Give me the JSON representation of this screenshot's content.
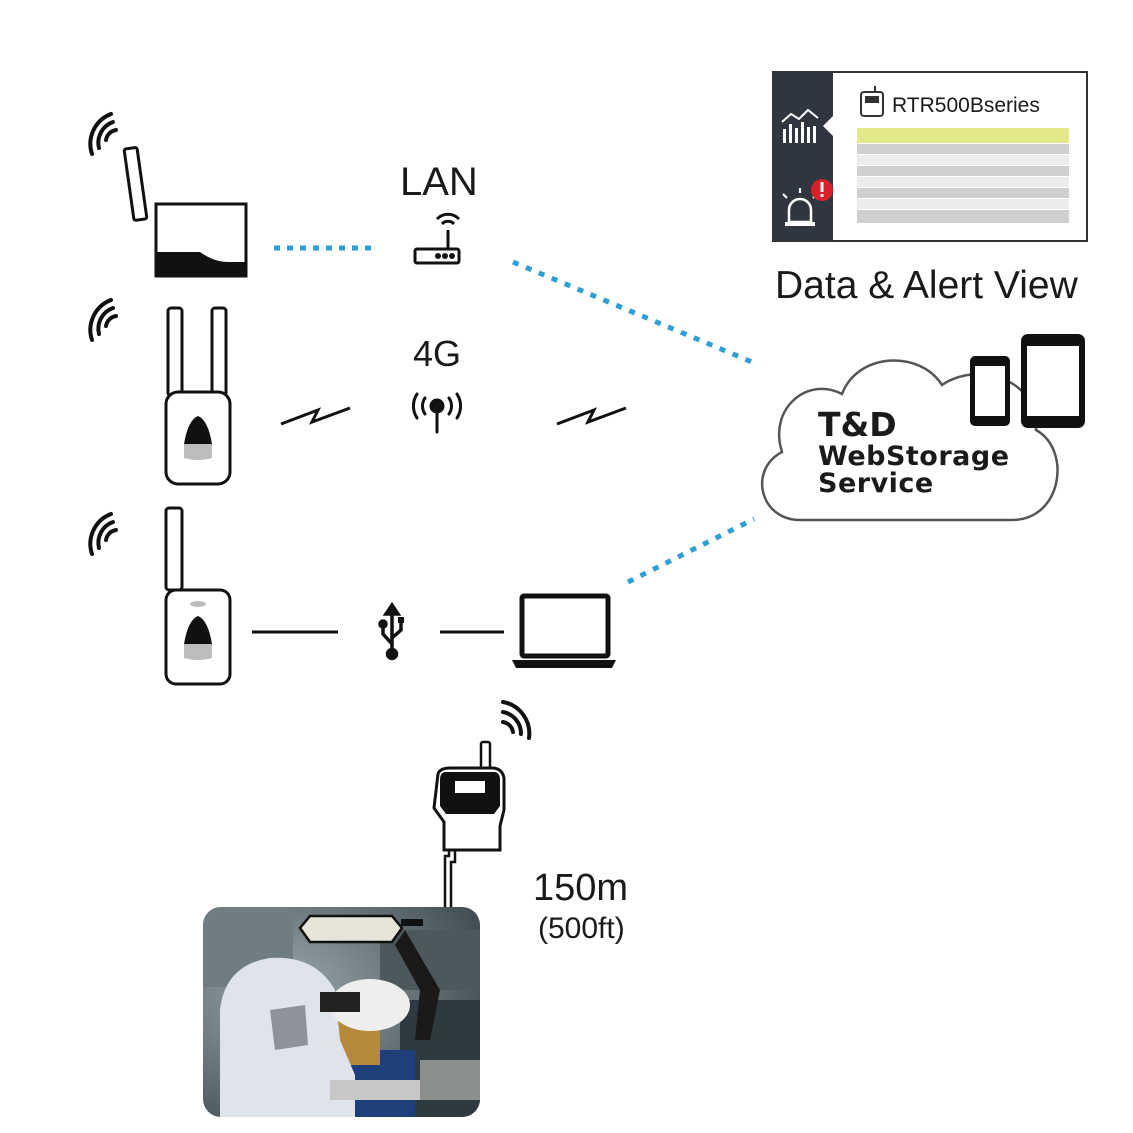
{
  "connections": {
    "lan_label": "LAN",
    "cellular_label": "4G"
  },
  "web_view": {
    "device_name": "RTR500Bseries",
    "caption": "Data & Alert View",
    "sidebar_icons": [
      "chart-icon",
      "alarm-icon"
    ],
    "rows": [
      "highlight",
      "gray",
      "light",
      "gray",
      "light",
      "gray",
      "light",
      "gray"
    ]
  },
  "cloud": {
    "line1": "T&D",
    "line2": "WebStorage",
    "line3": "Service"
  },
  "range": {
    "distance": "150m",
    "distance_ft": "(500ft)"
  },
  "colors": {
    "link_dots": "#2d9fd4",
    "panel_sidebar": "#2f3640",
    "panel_highlight": "#e4e88a",
    "alert": "#d9202a"
  }
}
